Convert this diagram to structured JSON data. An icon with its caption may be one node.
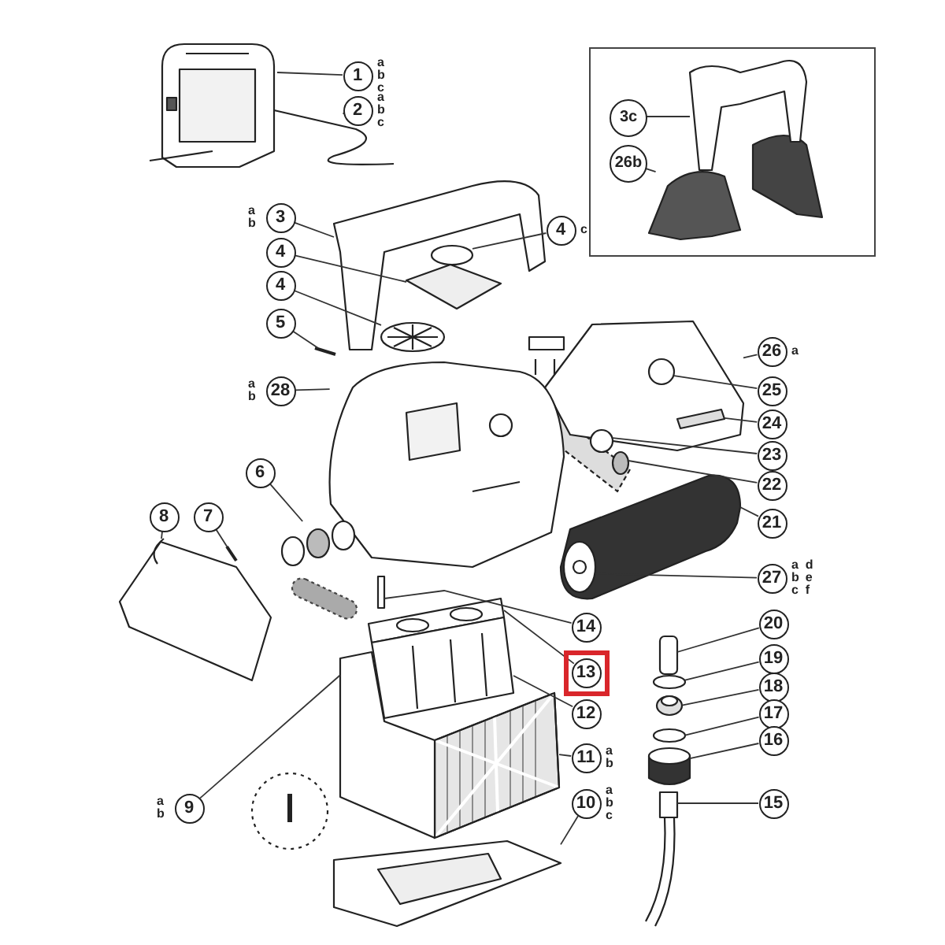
{
  "diagram": {
    "nodes": [
      {
        "text": [
          "1"
        ],
        "beside": [
          "a",
          "b",
          "c"
        ]
      },
      {
        "text": [
          "2"
        ],
        "beside": [
          "a",
          "b",
          "c"
        ]
      },
      {
        "text": [],
        "shape": "box"
      },
      {
        "text": [
          "3c"
        ],
        "in": 2
      },
      {
        "text": [
          "26b"
        ],
        "in": 2
      },
      {
        "text": [
          "3"
        ],
        "beside": [
          "a",
          "b"
        ]
      },
      {
        "text": [
          "4"
        ],
        "beside": [
          "c"
        ]
      },
      {
        "text": [
          "4"
        ]
      },
      {
        "text": [
          "4"
        ]
      },
      {
        "text": [
          "5"
        ]
      },
      {
        "text": [
          "26"
        ],
        "beside": [
          "a"
        ]
      },
      {
        "text": [
          "28"
        ],
        "beside": [
          "a",
          "b"
        ]
      },
      {
        "text": [
          "25"
        ]
      },
      {
        "text": [
          "24"
        ]
      },
      {
        "text": [
          "23"
        ]
      },
      {
        "text": [
          "22"
        ]
      },
      {
        "text": [
          "6"
        ]
      },
      {
        "text": [
          "8"
        ]
      },
      {
        "text": [
          "7"
        ]
      },
      {
        "text": [
          "21"
        ]
      },
      {
        "text": [
          "27"
        ],
        "beside": [
          "a",
          "b",
          "c",
          "d",
          "e",
          "f"
        ]
      },
      {
        "text": [
          "14"
        ]
      },
      {
        "text": [
          "20"
        ]
      },
      {
        "text": [
          "13"
        ]
      },
      {
        "text": [
          "19"
        ]
      },
      {
        "text": [
          "18"
        ]
      },
      {
        "text": [
          "17"
        ]
      },
      {
        "text": [
          "12"
        ]
      },
      {
        "text": [
          "16"
        ]
      },
      {
        "text": [
          "11"
        ],
        "beside": [
          "a",
          "b"
        ]
      },
      {
        "text": [
          "10"
        ],
        "beside": [
          "a",
          "b",
          "c"
        ]
      },
      {
        "text": [
          "15"
        ]
      },
      {
        "text": [
          "9"
        ],
        "beside": [
          "a",
          "b"
        ]
      },
      {
        "text": [],
        "shape": "picture"
      },
      {
        "text": [],
        "shape": "picture"
      },
      {
        "text": [],
        "shape": "picture",
        "in": 2
      },
      {
        "text": [],
        "shape": "picture",
        "in": 2
      },
      {
        "text": [],
        "shape": "picture"
      },
      {
        "text": [],
        "shape": "circle"
      },
      {
        "text": [],
        "shape": "picture"
      },
      {
        "text": [],
        "shape": "picture"
      },
      {
        "text": [],
        "shape": "picture"
      },
      {
        "text": [],
        "shape": "picture"
      },
      {
        "text": [],
        "shape": "picture"
      },
      {
        "text": [],
        "shape": "circle",
        "in": 42
      },
      {
        "text": [],
        "shape": "box",
        "in": 42
      },
      {
        "text": [],
        "shape": "circle"
      },
      {
        "text": [],
        "shape": "circle"
      },
      {
        "text": [],
        "shape": "picture"
      },
      {
        "text": [],
        "shape": "picture"
      },
      {
        "text": [],
        "shape": "picture"
      },
      {
        "text": [],
        "shape": "picture"
      },
      {
        "text": [],
        "shape": "picture",
        "in": 51
      },
      {
        "text": [],
        "shape": "box"
      },
      {
        "text": [],
        "shape": "box"
      },
      {
        "text": [],
        "shape": "picture"
      },
      {
        "text": [],
        "shape": "circle"
      },
      {
        "text": [],
        "shape": "picture"
      },
      {
        "text": [],
        "shape": "circle"
      },
      {
        "text": [],
        "shape": "picture"
      },
      {
        "text": [],
        "shape": "cylinder"
      },
      {
        "text": [],
        "shape": "picture"
      },
      {
        "text": [],
        "shape": "picture"
      },
      {
        "text": [],
        "shape": "picture"
      },
      {
        "text": [],
        "shape": "picture"
      }
    ],
    "edges": [
      {
        "from": 0,
        "to": 33,
        "arrow": "none"
      },
      {
        "from": 1,
        "to": 34,
        "arrow": "none"
      },
      {
        "from": 3,
        "to": 35,
        "arrow": "none"
      },
      {
        "from": 4,
        "to": 36,
        "arrow": "none"
      },
      {
        "from": 5,
        "to": 37,
        "arrow": "none"
      },
      {
        "from": 6,
        "to": 38,
        "arrow": "none"
      },
      {
        "from": 7,
        "to": 39,
        "arrow": "none"
      },
      {
        "from": 8,
        "to": 40,
        "arrow": "none"
      },
      {
        "from": 9,
        "to": 41,
        "arrow": "none"
      },
      {
        "from": 10,
        "to": 42,
        "arrow": "none"
      },
      {
        "from": 11,
        "to": 43,
        "arrow": "none"
      },
      {
        "from": 12,
        "to": 44,
        "arrow": "none"
      },
      {
        "from": 13,
        "to": 45,
        "arrow": "none"
      },
      {
        "from": 14,
        "to": 46,
        "arrow": "none"
      },
      {
        "from": 15,
        "to": 47,
        "arrow": "none"
      },
      {
        "from": 16,
        "to": 48,
        "arrow": "none"
      },
      {
        "from": 17,
        "to": 49,
        "arrow": "none"
      },
      {
        "from": 18,
        "to": 50,
        "arrow": "none"
      },
      {
        "from": 19,
        "to": 51,
        "arrow": "none"
      },
      {
        "from": 20,
        "to": 52,
        "arrow": "none"
      },
      {
        "from": 21,
        "to": 53,
        "arrow": "none"
      },
      {
        "from": 22,
        "to": 54,
        "arrow": "none"
      },
      {
        "from": 23,
        "to": 55,
        "arrow": "none"
      },
      {
        "from": 24,
        "to": 56,
        "arrow": "none"
      },
      {
        "from": 25,
        "to": 57,
        "arrow": "none"
      },
      {
        "from": 26,
        "to": 58,
        "arrow": "none"
      },
      {
        "from": 27,
        "to": 59,
        "arrow": "none"
      },
      {
        "from": 28,
        "to": 60,
        "arrow": "none"
      },
      {
        "from": 29,
        "to": 61,
        "arrow": "none"
      },
      {
        "from": 30,
        "to": 62,
        "arrow": "none"
      },
      {
        "from": 31,
        "to": 63,
        "arrow": "none"
      },
      {
        "from": 32,
        "to": 64,
        "arrow": "none"
      }
    ]
  }
}
